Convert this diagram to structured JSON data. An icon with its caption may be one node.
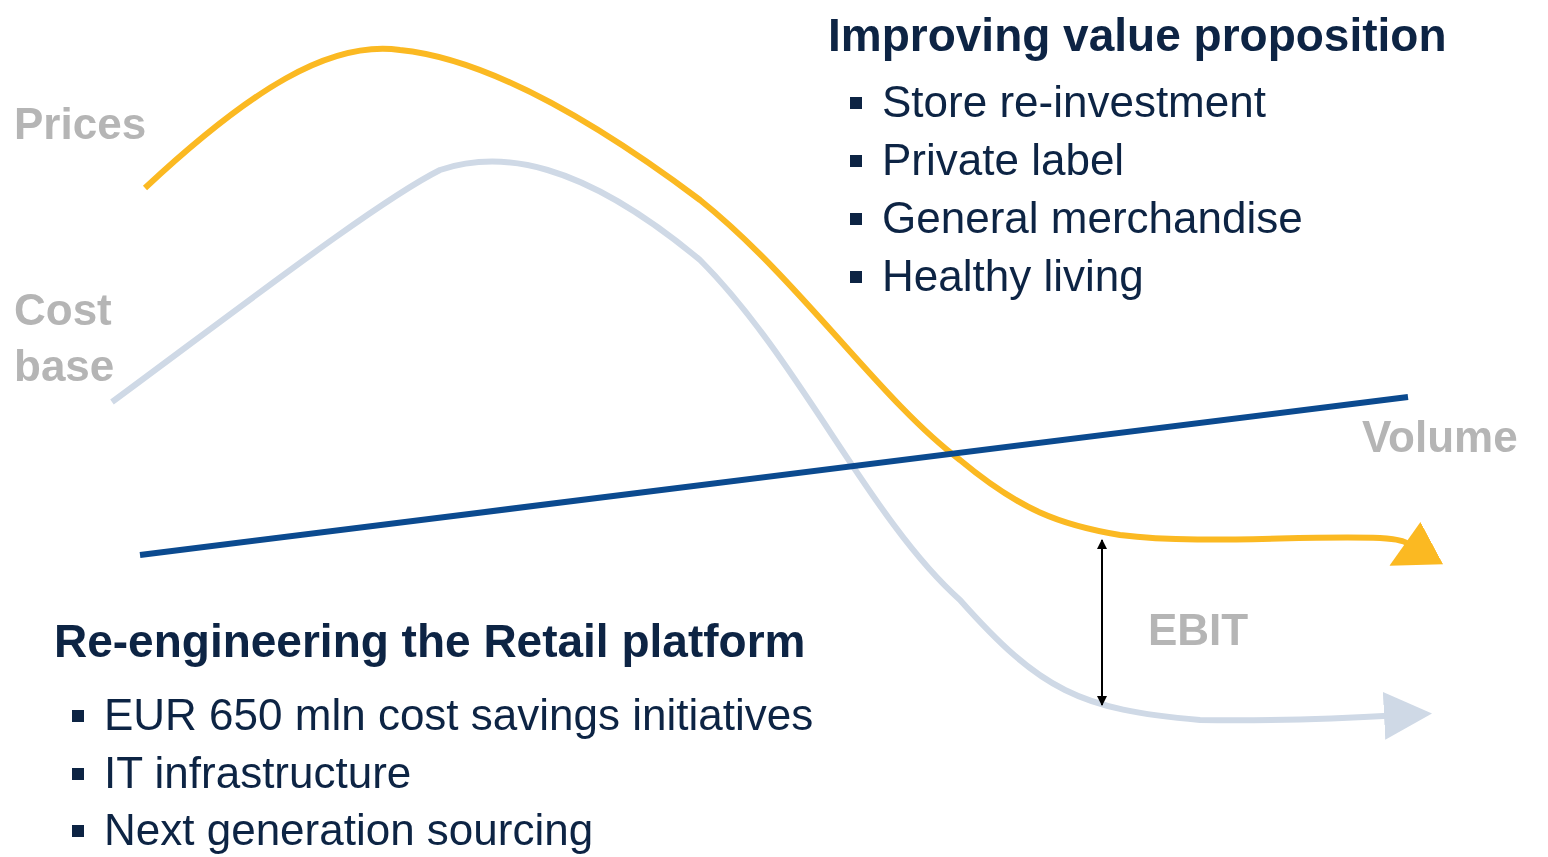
{
  "diagram": {
    "labels": [
      "Improving value proposition",
      "Prices",
      "Store re-investment",
      "Private label",
      "General merchandise",
      "Healthy living",
      "Cost base",
      "Volume",
      "EBIT",
      "Re-engineering the Retail platform",
      "EUR 650 mln cost savings initiatives",
      "IT infrastructure",
      "Next generation sourcing"
    ]
  }
}
